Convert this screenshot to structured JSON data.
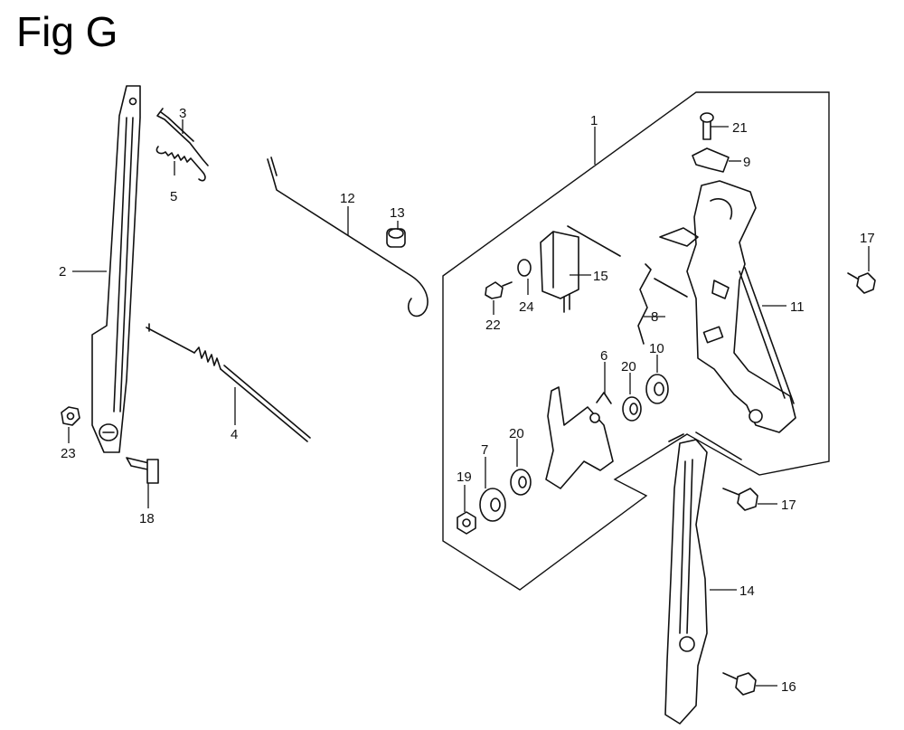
{
  "figure": {
    "title": "Fig G"
  },
  "callouts": {
    "c1": "1",
    "c2": "2",
    "c3": "3",
    "c4": "4",
    "c5": "5",
    "c6": "6",
    "c7": "7",
    "c8": "8",
    "c9": "9",
    "c10": "10",
    "c11": "11",
    "c12": "12",
    "c13": "13",
    "c14": "14",
    "c15": "15",
    "c16": "16",
    "c17a": "17",
    "c17b": "17",
    "c18": "18",
    "c19": "19",
    "c20a": "20",
    "c20b": "20",
    "c21": "21",
    "c22": "22",
    "c23": "23",
    "c24": "24"
  }
}
